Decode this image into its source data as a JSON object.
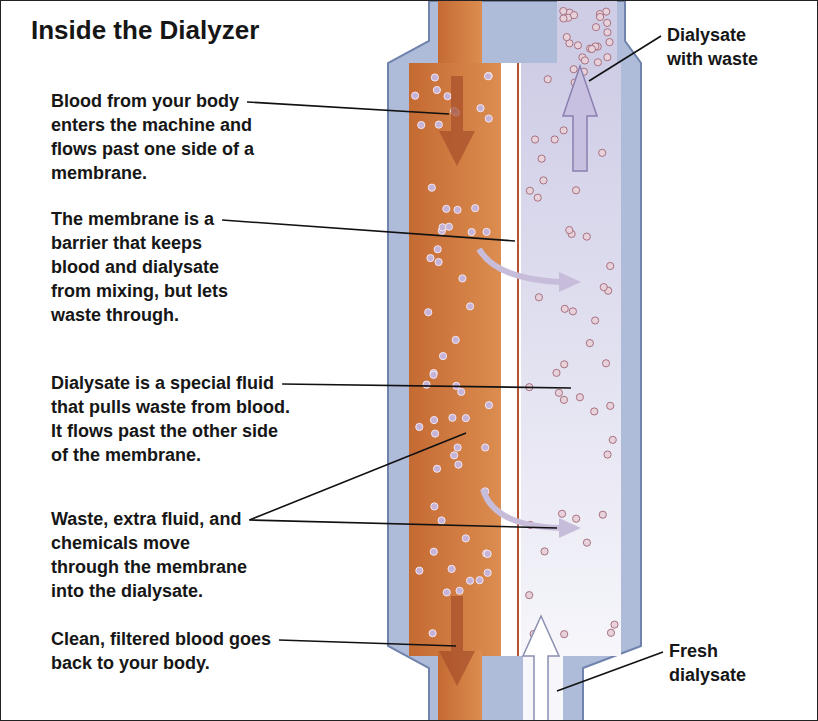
{
  "diagram": {
    "title": "Inside the Dialyzer",
    "labels": [
      "Blood from your body enters the machine and flows past one side of a membrane.",
      "Dialysate with waste",
      "The membrane is a barrier that keeps blood and dialysate from mixing, but lets waste through.",
      "Dialysate is a special fluid that pulls waste from blood. It flows past the other side of the membrane.",
      "Waste, extra fluid, and chemicals move through the membrane into the dialysate.",
      "Clean, filtered blood goes back to your body.",
      "Fresh dialysate"
    ]
  }
}
